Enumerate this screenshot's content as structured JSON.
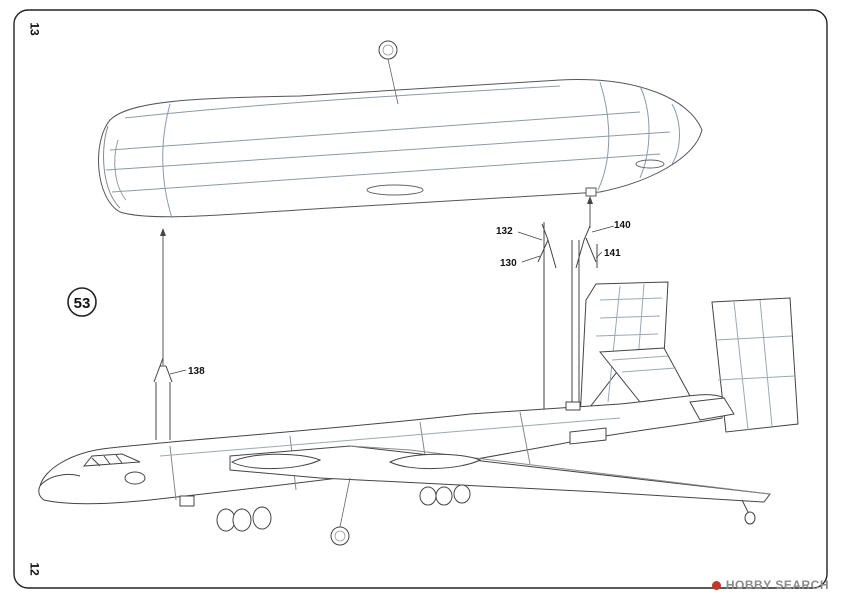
{
  "page": {
    "number_top": "13",
    "number_bottom": "12"
  },
  "step": {
    "number": "53"
  },
  "callouts": {
    "part_132": "132",
    "part_130": "130",
    "part_140": "140",
    "part_141": "141",
    "part_138": "138"
  },
  "watermark": {
    "text": "HOBBY SEARCH"
  },
  "colors": {
    "line": "#4a4a4a",
    "panel_line": "#8c9aa8",
    "frame": "#222222"
  }
}
